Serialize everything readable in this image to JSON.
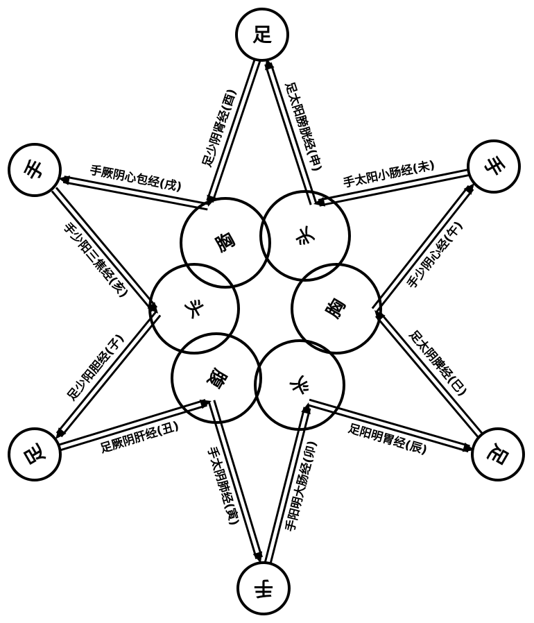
{
  "title": "Twelve meridians circulation diagram",
  "outer_nodes": [
    {
      "id": "top",
      "label": "足"
    },
    {
      "id": "top-left",
      "label": "手"
    },
    {
      "id": "top-right",
      "label": "手"
    },
    {
      "id": "bottom-left",
      "label": "足"
    },
    {
      "id": "bottom-right",
      "label": "足"
    },
    {
      "id": "bottom",
      "label": "手"
    }
  ],
  "inner_nodes": [
    {
      "id": "upper-left",
      "label": "胸"
    },
    {
      "id": "upper-right",
      "label": "头"
    },
    {
      "id": "left",
      "label": "头"
    },
    {
      "id": "right",
      "label": "胸"
    },
    {
      "id": "lower-left",
      "label": "腹"
    },
    {
      "id": "lower-right",
      "label": "头"
    }
  ],
  "meridians": [
    {
      "label": "足太阳膀胱经(申)"
    },
    {
      "label": "足少阴肾经(酉)"
    },
    {
      "label": "手厥阴心包经(戌)"
    },
    {
      "label": "手少阳三焦经(亥)"
    },
    {
      "label": "足少阳胆经(子)"
    },
    {
      "label": "足厥阴肝经(丑)"
    },
    {
      "label": "手太阴肺经(寅)"
    },
    {
      "label": "手阳明大肠经(卯)"
    },
    {
      "label": "足阳明胃经(辰)"
    },
    {
      "label": "足太阴脾经(巳)"
    },
    {
      "label": "手少阴心经(午)"
    },
    {
      "label": "手太阳小肠经(未)"
    }
  ]
}
